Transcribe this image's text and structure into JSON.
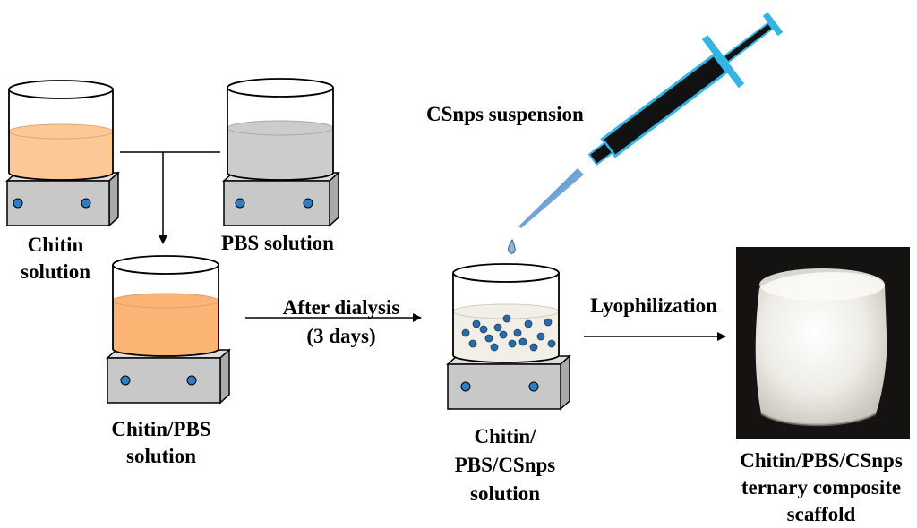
{
  "labels": {
    "chitin_line1": "Chitin",
    "chitin_line2": "solution",
    "pbs": "PBS solution",
    "mix_line1": "Chitin/PBS",
    "mix_line2": "solution",
    "dialysis_line1": "After dialysis",
    "dialysis_line2": "(3 days)",
    "csnps": "CSnps suspension",
    "final_mix_line1": "Chitin/",
    "final_mix_line2": "PBS/CSnps",
    "final_mix_line3": "solution",
    "lyophilization": "Lyophilization",
    "product_line1": "Chitin/PBS/CSnps",
    "product_line2": "ternary composite",
    "product_line3": "scaffold"
  },
  "colors": {
    "chitin_liquid": "#fcc896",
    "pbs_liquid": "#cccccc",
    "mix_liquid": "#fbb474",
    "final_liquid": "#f2f0e6",
    "stirrer_body": "#c8c8c8",
    "stirrer_dot": "#2d7ec4",
    "nanoparticle": "#2b6aa8",
    "syringe_body": "#111111",
    "syringe_accent": "#34b4e4",
    "photo_bg": "#151312",
    "scaffold": "#f2f0ea"
  },
  "icons": {
    "beaker": "beaker-icon",
    "stirrer": "magnetic-stirrer-icon",
    "syringe": "syringe-icon",
    "droplet": "droplet-icon",
    "arrow": "arrow-icon",
    "scaffold": "scaffold-photo"
  }
}
